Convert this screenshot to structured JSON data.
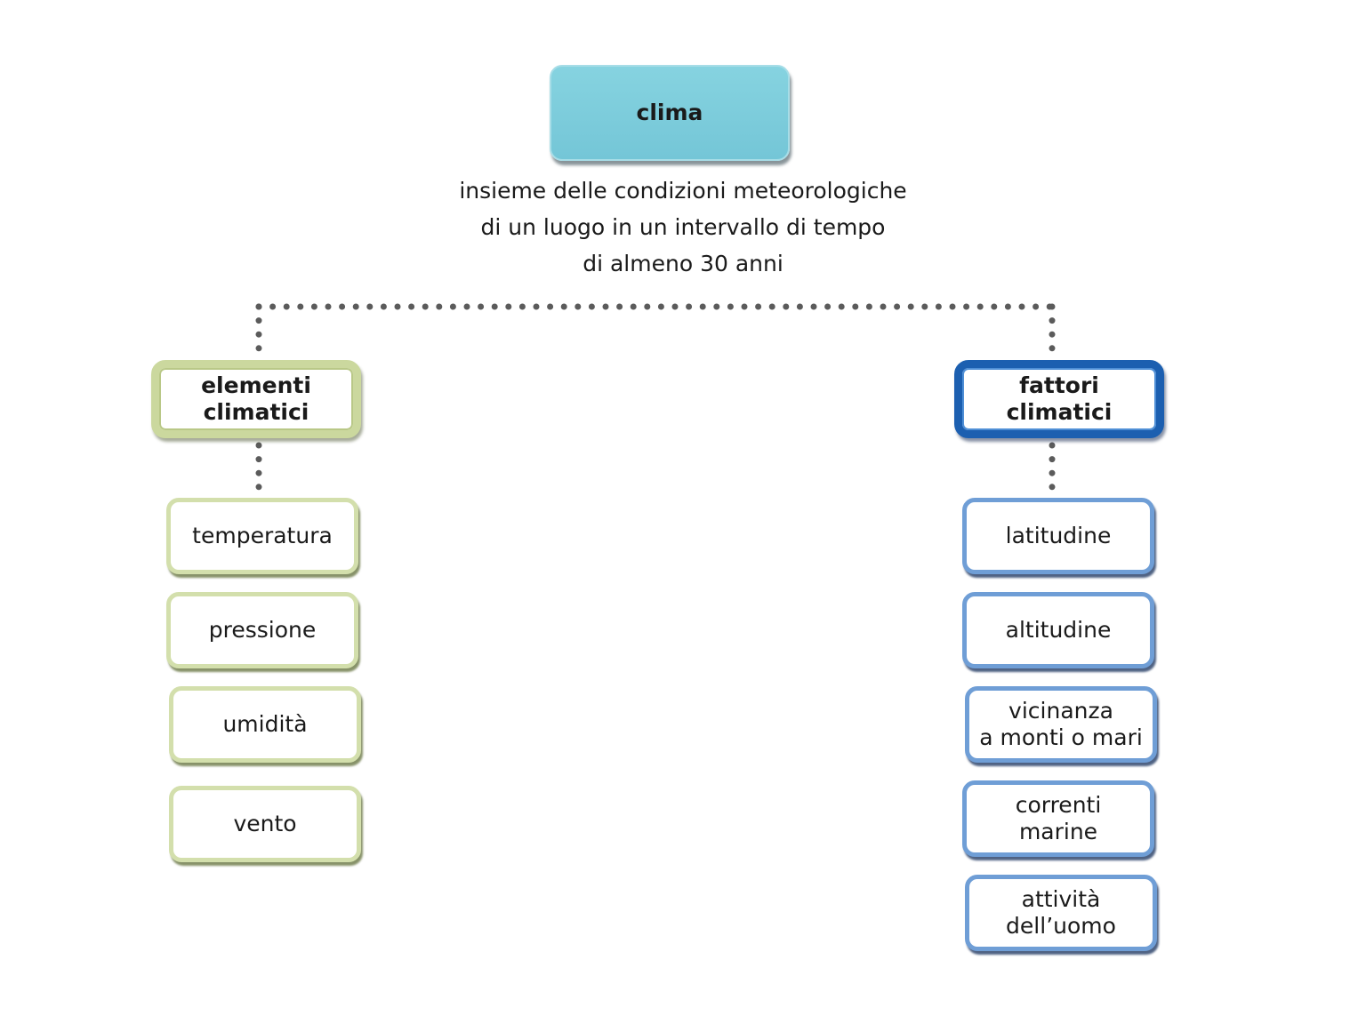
{
  "root": {
    "label": "clima",
    "definition": "insieme delle condizioni meteorologiche\ndi un luogo in un intervallo di tempo\ndi almeno 30 anni"
  },
  "categories": [
    {
      "label": "elementi\nclimatici",
      "color": "#cbd89e",
      "items": [
        "temperatura",
        "pressione",
        "umidità",
        "vento"
      ]
    },
    {
      "label": "fattori\nclimatici",
      "color": "#1c5fb0",
      "items": [
        "latitudine",
        "altitudine",
        "vicinanza\na monti o mari",
        "correnti\nmarine",
        "attività\ndell’uomo"
      ]
    }
  ],
  "colors": {
    "root_fill": "#78c8d9",
    "connector": "#5b5b5b",
    "green_item_border": "#d3dfac",
    "blue_item_border": "#6f9ed6"
  }
}
